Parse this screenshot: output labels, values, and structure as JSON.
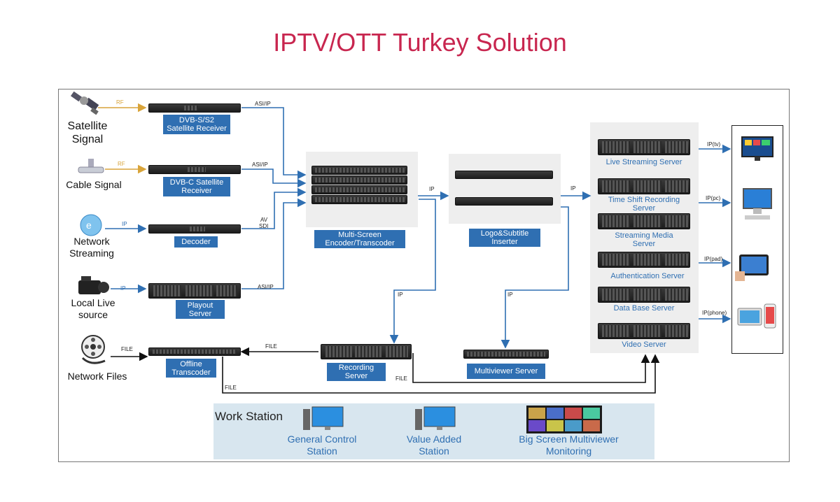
{
  "title": "IPTV/OTT Turkey Solution",
  "sources": {
    "satellite": "Satellite\nSignal",
    "cable": "Cable Signal",
    "network_streaming": "Network\nStreaming",
    "local_live": "Local Live\nsource",
    "network_files": "Network Files"
  },
  "boxes": {
    "dvbs": "DVB-S/S2\nSatellite Receiver",
    "dvbc": "DVB-C Satellite\nReceiver",
    "decoder": "Decoder",
    "playout": "Playout\nServer",
    "encoder": "Multi-Screen\nEncoder/Transcoder",
    "logo": "Logo&Subtitle\nInserter",
    "recording": "Recording\nServer",
    "multiviewer": "Multiviewer Server",
    "offline": "Offline\nTranscoder"
  },
  "servers": {
    "live": "Live Streaming Server",
    "timeshift": "Time Shift Recording\nServer",
    "streaming": "Streaming Media\nServer",
    "auth": "Authentication Server",
    "db": "Data Base Server",
    "video": "Video Server"
  },
  "link_labels": {
    "rf1": "RF",
    "rf2": "RF",
    "ip_ns": "IP",
    "ip_ll": "IP",
    "asi1": "ASI/IP",
    "asi2": "ASI/IP",
    "av": "AV",
    "sdi": "SDI",
    "asi3": "ASI/IP",
    "ip_enc": "IP",
    "ip_logo": "IP",
    "ip_rec": "IP",
    "ip_mv": "IP",
    "file_in": "FILE",
    "file_rec": "FILE",
    "file_out": "FILE",
    "file_off": "FILE",
    "ip_tv": "IP(tv)",
    "ip_pc": "IP(pc)",
    "ip_pad": "IP(pad)",
    "ip_phone": "IP(phone)"
  },
  "workstation": {
    "title": "Work Station",
    "general": "General Control\nStation",
    "value": "Value Added\nStation",
    "bigscreen": "Big Screen Multiviewer\nMonitoring"
  },
  "colors": {
    "title": "#c8264f",
    "box": "#2f6fb2",
    "rf": "#d9a43a",
    "wire": "#2f6fb2"
  }
}
